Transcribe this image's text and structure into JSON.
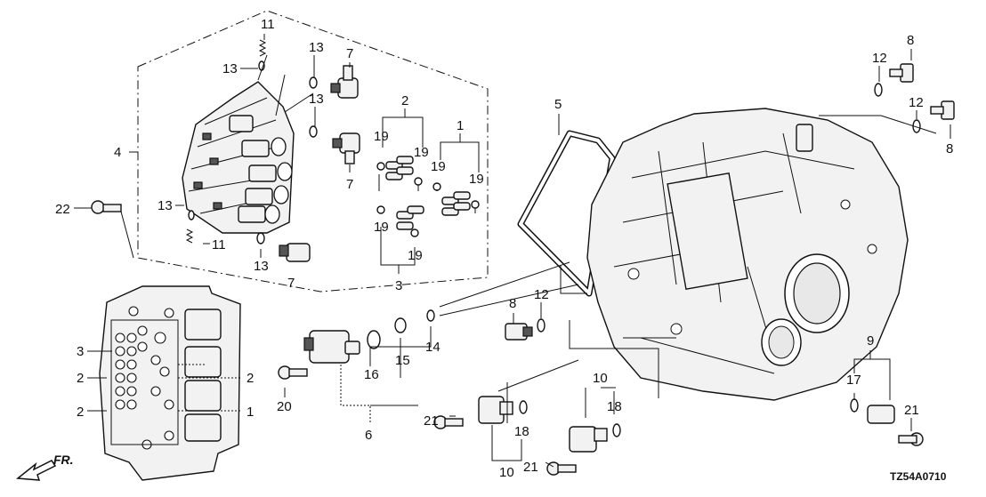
{
  "diagram": {
    "code": "TZ54A0710",
    "direction_label": "FR.",
    "callouts": [
      {
        "id": "c11a",
        "label": "11"
      },
      {
        "id": "c13a",
        "label": "13"
      },
      {
        "id": "c13b",
        "label": "13"
      },
      {
        "id": "c7a",
        "label": "7"
      },
      {
        "id": "c13c",
        "label": "13"
      },
      {
        "id": "c2a",
        "label": "2"
      },
      {
        "id": "c1a",
        "label": "1"
      },
      {
        "id": "c19a",
        "label": "19"
      },
      {
        "id": "c19b",
        "label": "19"
      },
      {
        "id": "c19c",
        "label": "19"
      },
      {
        "id": "c19d",
        "label": "19"
      },
      {
        "id": "c7b",
        "label": "7"
      },
      {
        "id": "c4",
        "label": "4"
      },
      {
        "id": "c22",
        "label": "22"
      },
      {
        "id": "c13d",
        "label": "13"
      },
      {
        "id": "c11b",
        "label": "11"
      },
      {
        "id": "c13e",
        "label": "13"
      },
      {
        "id": "c7c",
        "label": "7"
      },
      {
        "id": "c19e",
        "label": "19"
      },
      {
        "id": "c19f",
        "label": "19"
      },
      {
        "id": "c3a",
        "label": "3"
      },
      {
        "id": "c5",
        "label": "5"
      },
      {
        "id": "c12a",
        "label": "12"
      },
      {
        "id": "c8a",
        "label": "8"
      },
      {
        "id": "c12b",
        "label": "12"
      },
      {
        "id": "c8b",
        "label": "8"
      },
      {
        "id": "c8c",
        "label": "8"
      },
      {
        "id": "c12c",
        "label": "12"
      },
      {
        "id": "c3b",
        "label": "3"
      },
      {
        "id": "c2b",
        "label": "2"
      },
      {
        "id": "c2c",
        "label": "2"
      },
      {
        "id": "c2d",
        "label": "2"
      },
      {
        "id": "c1b",
        "label": "1"
      },
      {
        "id": "c14",
        "label": "14"
      },
      {
        "id": "c15",
        "label": "15"
      },
      {
        "id": "c16",
        "label": "16"
      },
      {
        "id": "c20",
        "label": "20"
      },
      {
        "id": "c6",
        "label": "6"
      },
      {
        "id": "c10a",
        "label": "10"
      },
      {
        "id": "c18a",
        "label": "18"
      },
      {
        "id": "c21a",
        "label": "21"
      },
      {
        "id": "c18b",
        "label": "18"
      },
      {
        "id": "c10b",
        "label": "10"
      },
      {
        "id": "c21b",
        "label": "21"
      },
      {
        "id": "c9",
        "label": "9"
      },
      {
        "id": "c17",
        "label": "17"
      },
      {
        "id": "c21c",
        "label": "21"
      }
    ]
  }
}
